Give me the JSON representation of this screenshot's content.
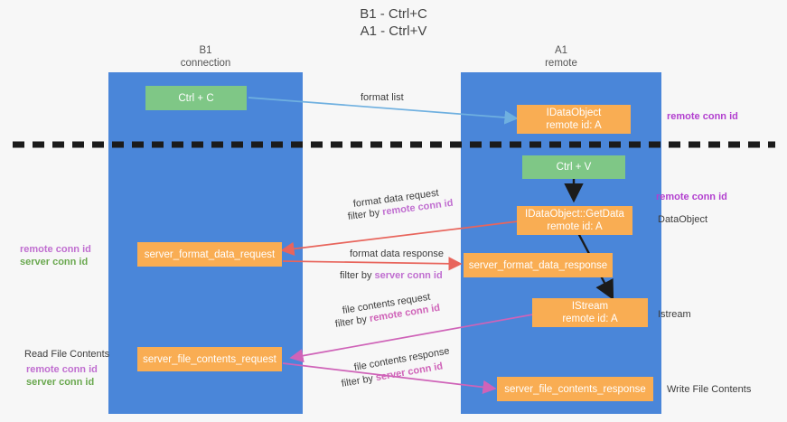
{
  "title": {
    "line1": "B1 - Ctrl+C",
    "line2": "A1 - Ctrl+V"
  },
  "lanes": [
    {
      "id": "b1",
      "header_line1": "B1",
      "header_line2": "connection",
      "color": "#4a86d9"
    },
    {
      "id": "a1",
      "header_line1": "A1",
      "header_line2": "remote",
      "color": "#4a86d9"
    }
  ],
  "nodes": {
    "ctrl_c": {
      "line1": "Ctrl + C",
      "line2": "",
      "color": "#7fc786"
    },
    "idataobject_top": {
      "line1": "IDataObject",
      "line2": "remote id: A",
      "color": "#f9ad53"
    },
    "ctrl_v": {
      "line1": "Ctrl + V",
      "line2": "",
      "color": "#7fc786"
    },
    "getdata": {
      "line1": "IDataObject::GetData",
      "line2": "remote id: A",
      "color": "#f9ad53"
    },
    "sfdreq": {
      "line1": "server_format_data_request",
      "line2": "",
      "color": "#f9ad53"
    },
    "sfdres": {
      "line1": "server_format_data_response",
      "line2": "",
      "color": "#f9ad53"
    },
    "istream": {
      "line1": "IStream",
      "line2": "remote id: A",
      "color": "#f9ad53"
    },
    "sfcreq": {
      "line1": "server_file_contents_request",
      "line2": "",
      "color": "#f9ad53"
    },
    "sfcres": {
      "line1": "server_file_contents_response",
      "line2": "",
      "color": "#f9ad53"
    }
  },
  "edge_labels": {
    "format_list": "format list",
    "format_data_request": "format data request",
    "format_data_request_filter_prefix": "filter by ",
    "format_data_request_filter_key": "remote conn id",
    "format_data_response": "format data response",
    "format_data_response_filter_prefix": "filter by ",
    "format_data_response_filter_key": "server conn id",
    "file_contents_request": "file contents request",
    "file_contents_request_filter_prefix": "filter by ",
    "file_contents_request_filter_key": "remote conn id",
    "file_contents_response": "file contents response",
    "file_contents_response_filter_prefix": "filter by ",
    "file_contents_response_filter_key": "server conn id"
  },
  "side_labels": {
    "right_remote_conn_id_top": "remote conn id",
    "right_remote_conn_id_mid": "remote conn id",
    "right_dataobject": "DataObject",
    "right_istream": "Istream",
    "right_write_file_contents": "Write File Contents",
    "left_remote_conn_id_mid": "remote conn id",
    "left_server_conn_id_mid": "server conn id",
    "left_read_file_contents": "Read File Contents",
    "left_remote_conn_id_bottom": "remote conn id",
    "left_server_conn_id_bottom": "server conn id"
  },
  "colors": {
    "lane": "#4a86d9",
    "orange": "#f9ad53",
    "green": "#7fc786",
    "purple": "#b23fcf",
    "purple_soft": "#c06ed0",
    "green_text": "#6aa84f",
    "pink": "#cf63b8",
    "red_arrow": "#e8655c",
    "blue_arrow": "#6fb0e0",
    "black": "#1b1b1b",
    "magenta_arrow": "#cf63b8",
    "background": "#f7f7f7"
  }
}
